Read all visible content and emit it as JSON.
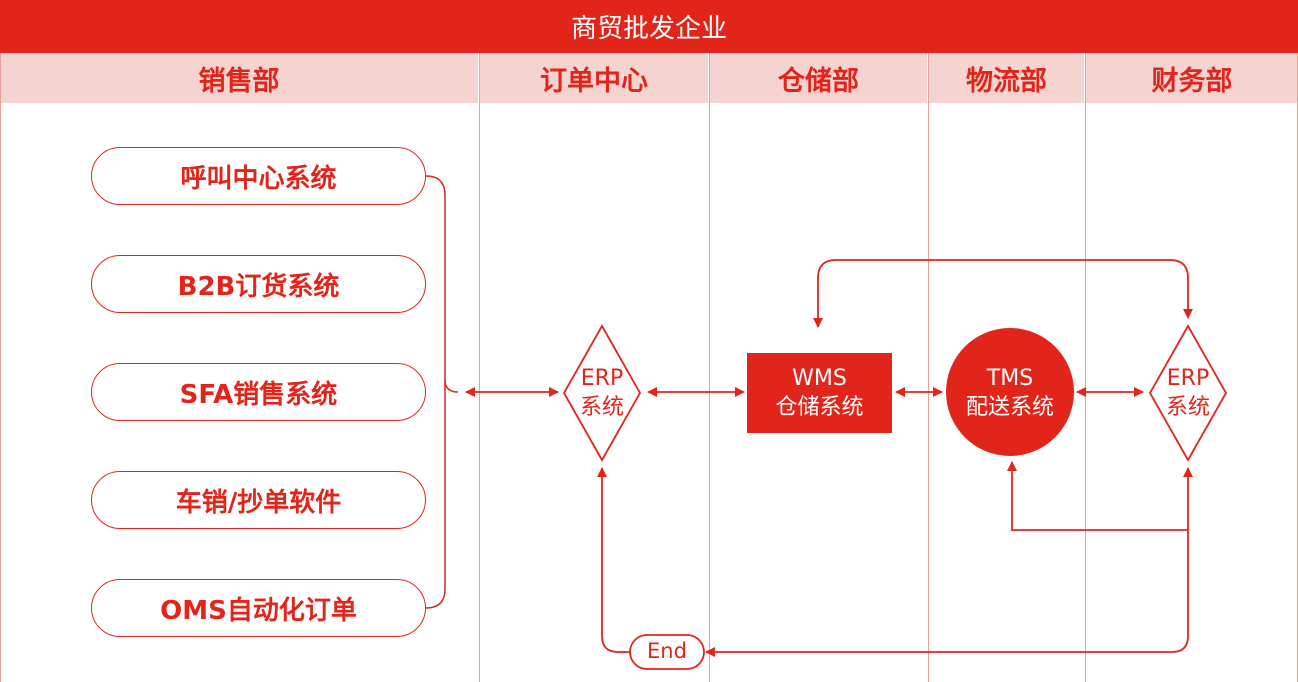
{
  "title": "商贸批发企业",
  "lanes": [
    "销售部",
    "订单中心",
    "仓储部",
    "物流部",
    "财务部"
  ],
  "sales_systems": [
    "呼叫中心系统",
    "B2B订货系统",
    "SFA销售系统",
    "车销/抄单软件",
    "OMS自动化订单"
  ],
  "nodes": {
    "erp_order": {
      "line1": "ERP",
      "line2": "系统"
    },
    "wms": {
      "line1": "WMS",
      "line2": "仓储系统"
    },
    "tms": {
      "line1": "TMS",
      "line2": "配送系统"
    },
    "erp_finance": {
      "line1": "ERP",
      "line2": "系统"
    },
    "end": "End"
  },
  "colors": {
    "accent": "#e1251b",
    "header_bg": "#f5d3d1",
    "divider": "#e8a29d"
  }
}
